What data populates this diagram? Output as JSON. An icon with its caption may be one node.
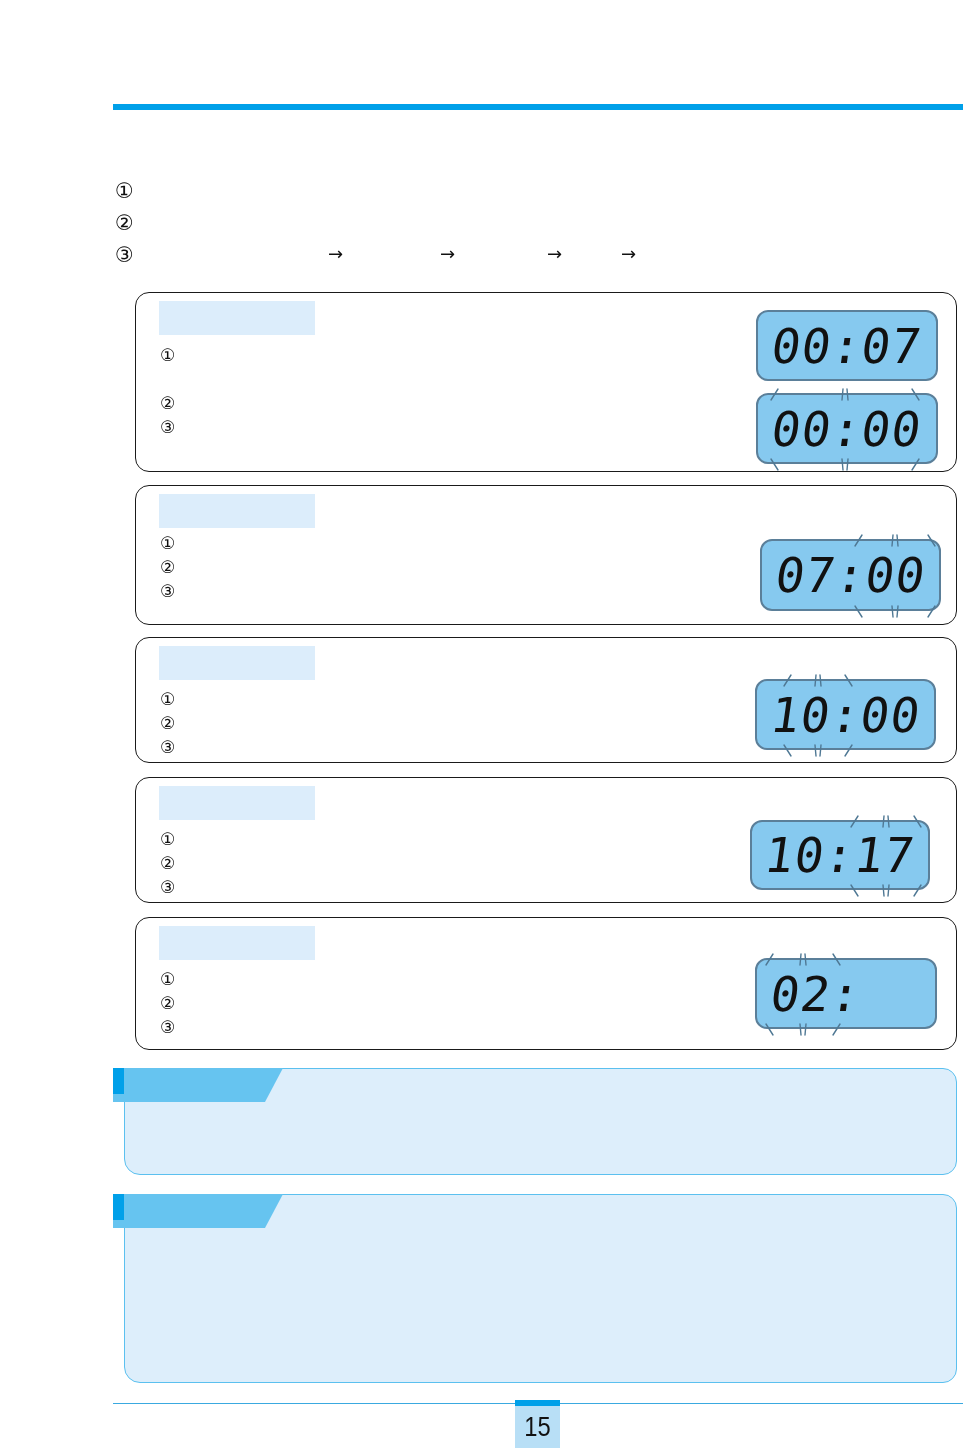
{
  "diagram": {
    "nodes": [
      {
        "text": [
          "①",
          "②",
          "③"
        ]
      },
      {
        "text": [
          "00:07"
        ],
        "in": 0
      },
      {
        "text": [
          "00:00"
        ],
        "in": 0
      },
      {
        "text": [
          "①",
          "②",
          "③"
        ]
      },
      {
        "text": [
          "07:00"
        ],
        "in": 3
      },
      {
        "text": [
          "①",
          "②",
          "③"
        ]
      },
      {
        "text": [
          "10:00"
        ],
        "in": 5
      },
      {
        "text": [
          "①",
          "②",
          "③"
        ]
      },
      {
        "text": [
          "10:17"
        ],
        "in": 7
      },
      {
        "text": [
          "①",
          "②",
          "③"
        ]
      },
      {
        "text": [
          "02:"
        ],
        "in": 9
      }
    ],
    "edges": [],
    "labels": [
      "①",
      "②",
      "③",
      "→",
      "→",
      "→",
      "→",
      "15"
    ]
  }
}
